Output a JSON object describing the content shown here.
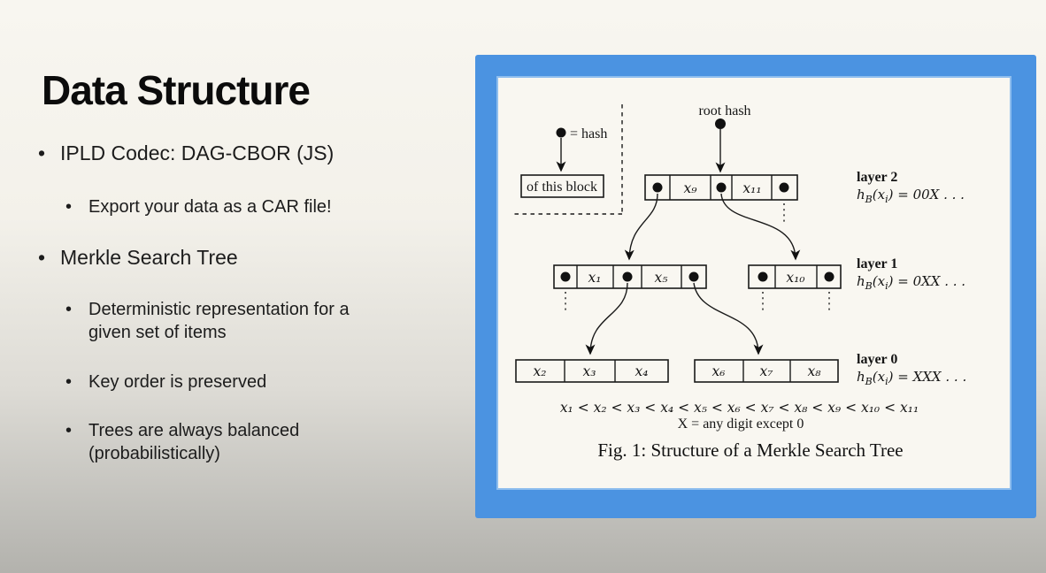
{
  "slide": {
    "title": "Data Structure",
    "bullets": [
      {
        "text": "IPLD Codec: DAG-CBOR (JS)"
      },
      {
        "text": "Export your data as a CAR file!"
      },
      {
        "text": "Merkle Search Tree"
      },
      {
        "text": "Deterministic representation for a given set of items"
      },
      {
        "text": "Key order is preserved"
      },
      {
        "text": "Trees are always balanced (probabilistically)"
      }
    ]
  },
  "figure": {
    "accent_blue": "#4b93e1",
    "panel_bg": "#f9f7f1",
    "legend": {
      "label": "= hash",
      "box": "of this block"
    },
    "root_label": "root hash",
    "nodes": {
      "layer2": {
        "x9": "x₉",
        "x11": "x₁₁"
      },
      "layer1_left": {
        "x1": "x₁",
        "x5": "x₅"
      },
      "layer1_right": {
        "x10": "x₁₀"
      },
      "layer0_left": {
        "x2": "x₂",
        "x3": "x₃",
        "x4": "x₄"
      },
      "layer0_right": {
        "x6": "x₆",
        "x7": "x₇",
        "x8": "x₈"
      }
    },
    "layers": [
      {
        "name": "layer 2",
        "h": "h",
        "hsub": "B",
        "mid": "(x",
        "isub": "i",
        "rest": ") = 00X . . ."
      },
      {
        "name": "layer 1",
        "h": "h",
        "hsub": "B",
        "mid": "(x",
        "isub": "i",
        "rest": ") = 0XX . . ."
      },
      {
        "name": "layer 0",
        "h": "h",
        "hsub": "B",
        "mid": "(x",
        "isub": "i",
        "rest": ") = XXX . . ."
      }
    ],
    "inequality": "x₁ < x₂ < x₃ < x₄ < x₅ < x₆ < x₇ < x₈ < x₉ < x₁₀ < x₁₁",
    "note": "X = any digit except 0",
    "caption": "Fig. 1: Structure of a Merkle Search Tree"
  }
}
